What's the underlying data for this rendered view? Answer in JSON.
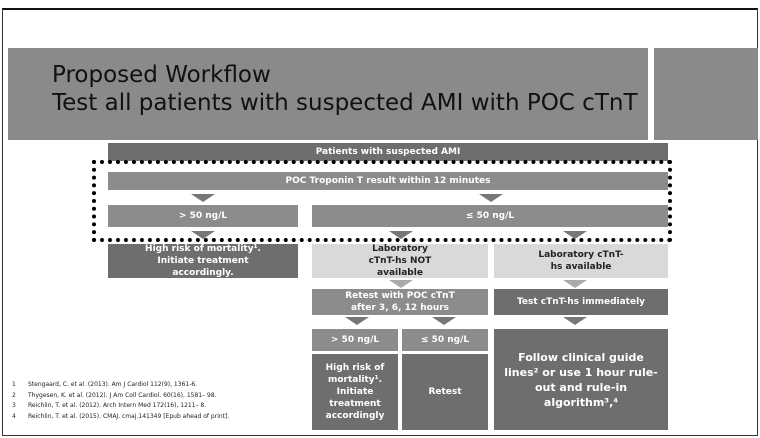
{
  "slide": {
    "title_line1": "Proposed Workflow",
    "title_line2": "Test all patients with suspected AMI with POC cTnT"
  },
  "flow": {
    "patients": "Patients with suspected AMI",
    "poc_result": "POC Troponin T result within 12 minutes",
    "gt50": "> 50 ng/L",
    "le50": "≤ 50 ng/L",
    "high_risk": "High risk of mortality¹. Initiate treatment accordingly.",
    "lab_not_available": "Laboratory cTnT-hs NOT available",
    "lab_available": "Laboratory cTnT-hs available",
    "retest_poc": "Retest with POC cTnT after 3, 6, 12 hours",
    "test_hs_immediately": "Test cTnT-hs immediately",
    "gt50_2": "> 50 ng/L",
    "le50_2": "≤ 50 ng/L",
    "high_risk_2": "High risk of mortality¹. Initiate treatment accordingly",
    "retest": "Retest",
    "follow_guidelines": "Follow clinical guide lines² or use 1 hour rule-out and rule-in algorithm³,⁴"
  },
  "references": [
    {
      "num": "1",
      "text": "Stengaard, C. et al. (2013). Am J Cardiol 112(9), 1361-6."
    },
    {
      "num": "2",
      "text": "Thygesen, K. et al. (2012). J Am Coll Cardiol. 60(16), 1581– 98."
    },
    {
      "num": "3",
      "text": "Reichlin, T. et al. (2012). Arch Intern Med 172(16), 1211– 8."
    },
    {
      "num": "4",
      "text": "Reichlin, T. et al. (2015). CMAJ. cmaj.141349 [Epub ahead of print]."
    }
  ],
  "colors": {
    "dark_box": "#6e6e6e",
    "mid_box": "#8c8c8c",
    "light_box": "#d9d9d9",
    "header_band": "#8a8a8a"
  }
}
